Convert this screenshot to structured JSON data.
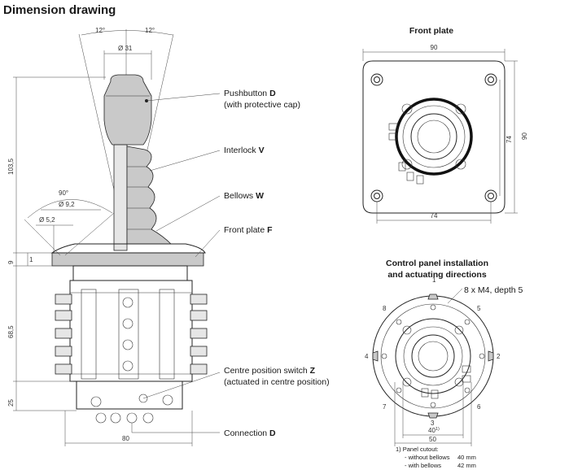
{
  "title": "Dimension drawing",
  "front_plate": {
    "title": "Front plate",
    "dim_top": "90",
    "dim_right": "90",
    "dim_bottom": "74",
    "dim_inner": "74"
  },
  "installation": {
    "title_line1": "Control panel installation",
    "title_line2": "and actuating directions",
    "screws": "8 x M4, depth 5",
    "directions": [
      "1",
      "2",
      "3",
      "4",
      "5",
      "6",
      "7",
      "8"
    ],
    "dim_40": "40",
    "dim_40_sup": "1)",
    "dim_50": "50"
  },
  "side_view": {
    "angle_left": "12°",
    "angle_right": "12°",
    "dia_31": "Ø 31",
    "dim_103_5": "103,5",
    "dim_9": "9",
    "dim_68_5": "68,5",
    "dim_25": "25",
    "dim_80": "80",
    "angle_90": "90°",
    "dia_9_2": "Ø 9,2",
    "dia_5_2": "Ø 5,2",
    "dim_1": "1"
  },
  "labels": {
    "pushbutton": "Pushbutton",
    "pushbutton_code": "D",
    "pushbutton_sub": "(with protective cap)",
    "interlock": "Interlock",
    "interlock_code": "V",
    "bellows": "Bellows",
    "bellows_code": "W",
    "front_plate": "Front plate",
    "front_plate_code": "F",
    "centre_switch": "Centre position switch",
    "centre_switch_code": "Z",
    "centre_switch_sub": "(actuated in centre position)",
    "connection": "Connection",
    "connection_code": "D"
  },
  "footnote": {
    "line1": "1)  Panel cutout:",
    "line2": "- without bellows",
    "line2_val": "40 mm",
    "line3": "- with bellows",
    "line3_val": "42 mm"
  }
}
